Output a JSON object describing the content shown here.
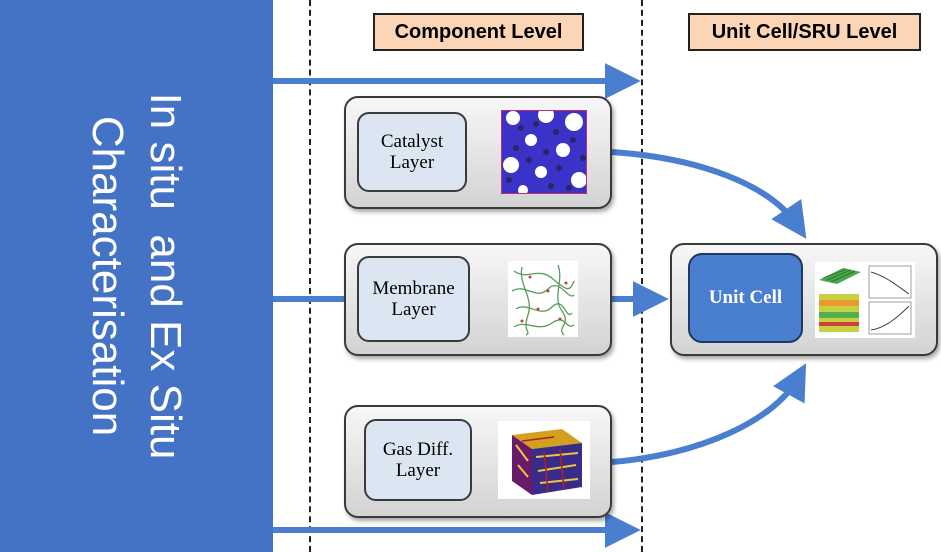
{
  "left_panel": {
    "text": "In situ  and Ex Situ\nCharacterisation"
  },
  "headers": {
    "component": "Component Level",
    "unit_cell": "Unit Cell/SRU Level"
  },
  "components": [
    {
      "label": "Catalyst\nLayer"
    },
    {
      "label": "Membrane\nLayer"
    },
    {
      "label": "Gas Diff.\nLayer"
    }
  ],
  "unit_cell": {
    "label": "Unit Cell"
  },
  "colors": {
    "panel": "#4472c4",
    "arrow": "#4a7ecf",
    "header_fill": "#fbd5b5",
    "inner_box": "#dce6f2"
  }
}
